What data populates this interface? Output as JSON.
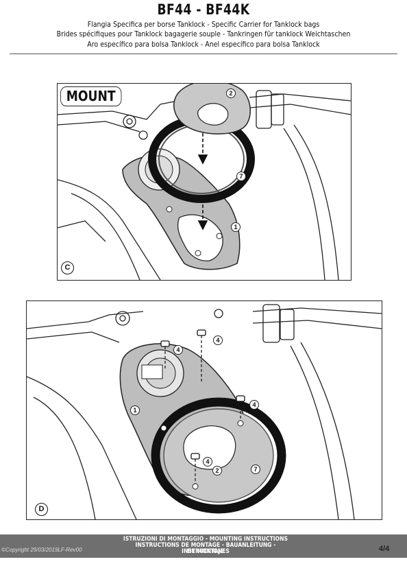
{
  "header": {
    "title": "BF44 - BF44K",
    "subtitles": [
      "Flangia Specifica per borse Tanklock - Specific Carrier for Tanklock bags",
      "Brides spécifiques pour Tanklock bagagerie souple - Tankringen für tanklock Weichtaschen",
      "Aro específico para bolsa Tanklock - Anel específico para bolsa Tanklock"
    ]
  },
  "panels": {
    "c": {
      "mount_label": "MOUNT",
      "step_label": "C",
      "callouts": [
        "2",
        "7",
        "1"
      ]
    },
    "d": {
      "step_label": "D",
      "callouts": [
        "4",
        "4",
        "4",
        "1",
        "4",
        "2",
        "7"
      ]
    }
  },
  "footer": {
    "lines": [
      "ISTRUZIONI DI MONTAGGIO  -  MOUNTING INSTRUCTIONS",
      "INSTRUCTIONS DE MONTAGE - BAUANLEITUNG - INSTRUCCIONES",
      "DE MONTAJE"
    ],
    "copyright": "©Copyright 29/03/2019LF-Rev00",
    "page": "4/4"
  }
}
